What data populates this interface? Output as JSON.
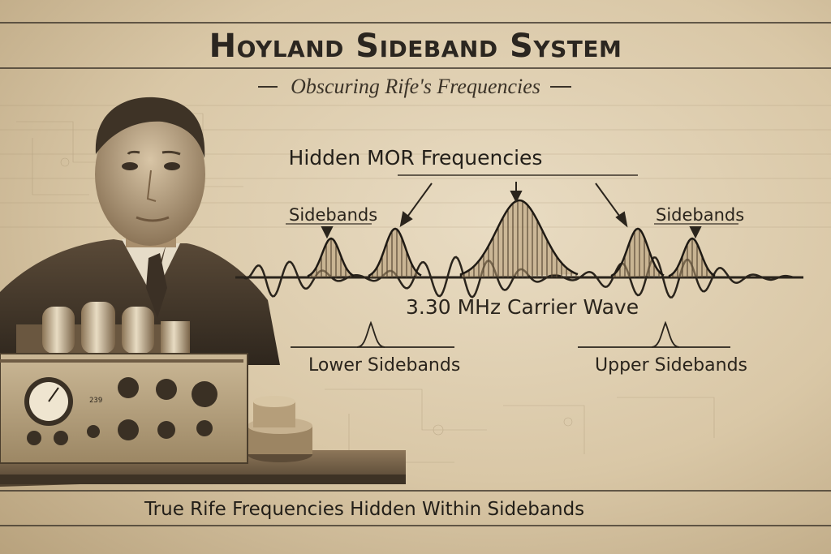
{
  "title": "Hoyland Sideband System",
  "subtitle": "Obscuring Rife's Frequencies",
  "diagram": {
    "hidden_label": "Hidden MOR Frequencies",
    "sidebands_left": "Sidebands",
    "sidebands_right": "Sidebands",
    "carrier_label": "3.30 MHz Carrier Wave",
    "lower_sidebands": "Lower Sidebands",
    "upper_sidebands": "Upper Sidebands"
  },
  "device": {
    "panel_number": "239"
  },
  "footer": "True Rife Frequencies Hidden Within Sidebands",
  "colors": {
    "ink": "#2a241c",
    "paper": "#e3d5b9",
    "sepia_dark": "#4a3d2c"
  }
}
